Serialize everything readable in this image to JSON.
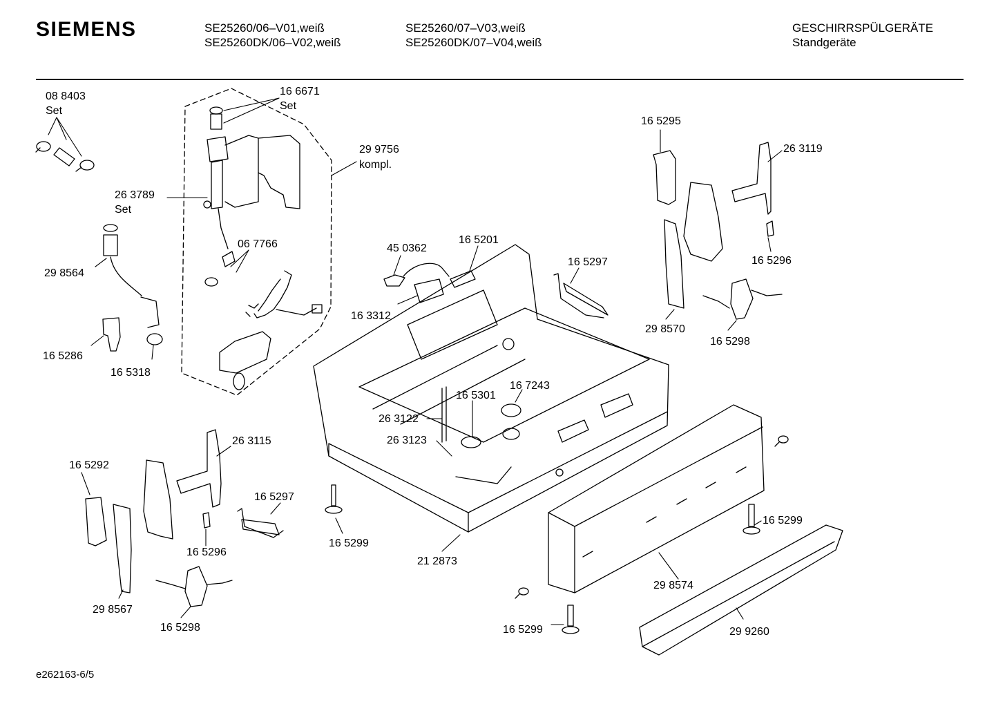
{
  "header": {
    "brand": "SIEMENS",
    "models_col1": [
      "SE25260/06–V01,weiß",
      "SE25260DK/06–V02,weiß"
    ],
    "models_col2": [
      "SE25260/07–V03,weiß",
      "SE25260DK/07–V04,weiß"
    ],
    "category": [
      "GESCHIRRSPÜLGERÄTE",
      "Standgeräte"
    ]
  },
  "footer": {
    "code": "e262163-6/5"
  },
  "parts": {
    "p088403": [
      "08 8403",
      "Set"
    ],
    "p166671": [
      "16 6671",
      "Set"
    ],
    "p299756": [
      "29 9756",
      "kompl."
    ],
    "p263789": [
      "26 3789",
      "Set"
    ],
    "p067766": "06 7766",
    "p298564": "29 8564",
    "p165286": "16 5286",
    "p165318": "16 5318",
    "p450362": "45 0362",
    "p165201": "16 5201",
    "p163312": "16 3312",
    "p165297a": "16 5297",
    "p165295": "16 5295",
    "p263119": "26 3119",
    "p165296a": "16 5296",
    "p298570": "29 8570",
    "p165298a": "16 5298",
    "p167243": "16 7243",
    "p165301": "16 5301",
    "p263122": "26 3122",
    "p263123": "26 3123",
    "p263115": "26 3115",
    "p165292": "16 5292",
    "p165297b": "16 5297",
    "p165296b": "16 5296",
    "p298567": "29 8567",
    "p165298b": "16 5298",
    "p165299a": "16 5299",
    "p212873": "21 2873",
    "p165299b": "16 5299",
    "p298574": "29 8574",
    "p165299c": "16 5299",
    "p299260": "29 9260"
  }
}
